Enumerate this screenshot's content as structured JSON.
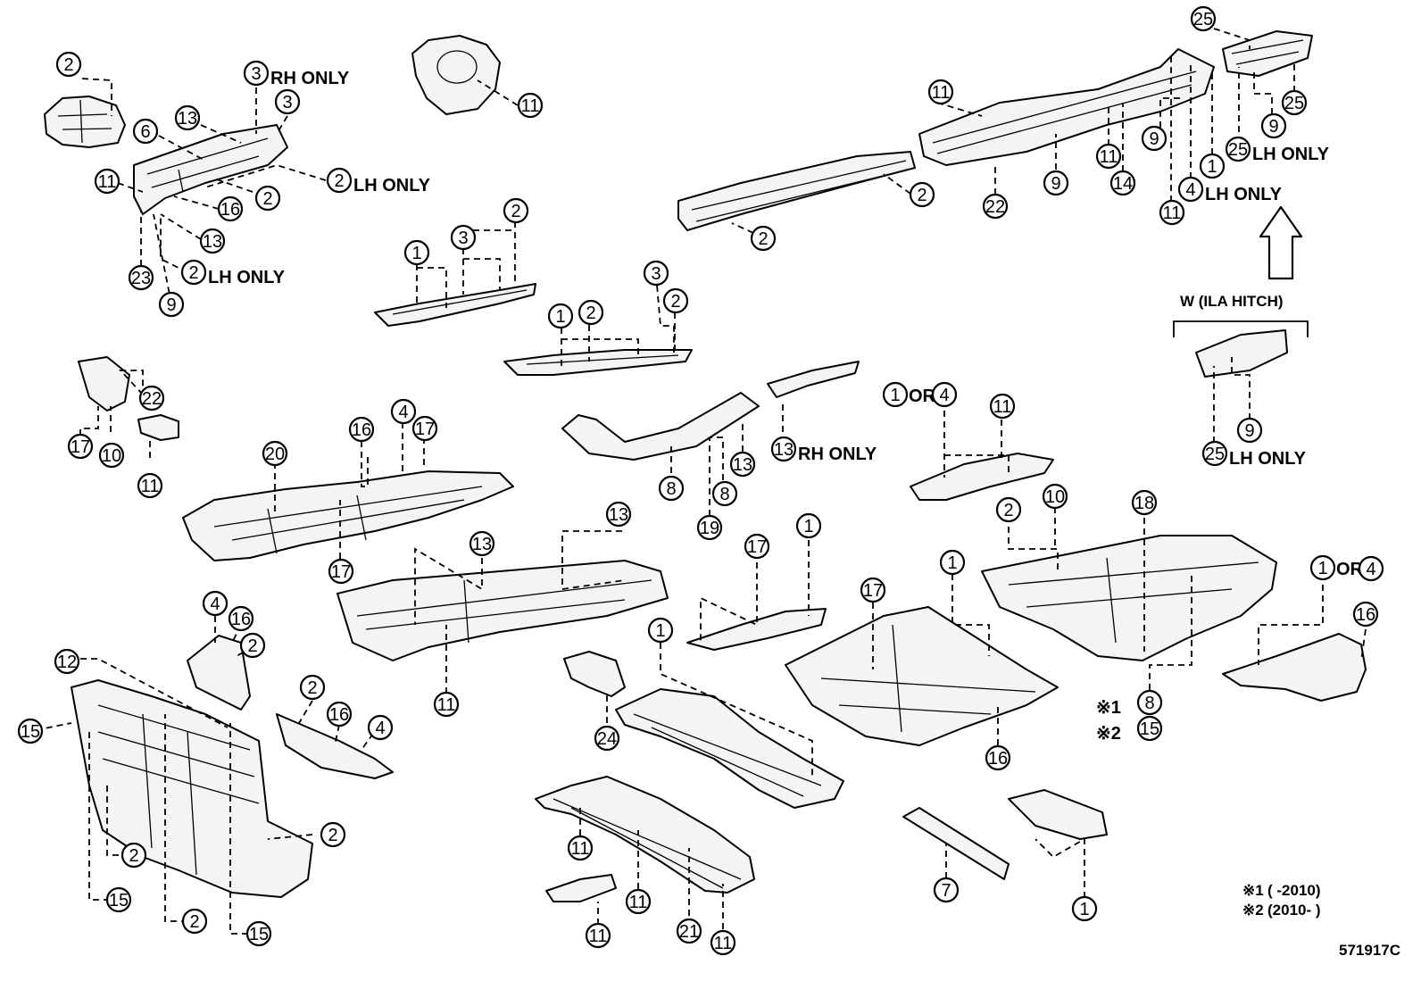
{
  "callouts": [
    {
      "n": "2",
      "note": ""
    },
    {
      "n": "3",
      "note": "RH ONLY"
    },
    {
      "n": "3",
      "note": ""
    },
    {
      "n": "13",
      "note": ""
    },
    {
      "n": "6",
      "note": ""
    },
    {
      "n": "2",
      "note": "LH ONLY"
    },
    {
      "n": "2",
      "note": ""
    },
    {
      "n": "11",
      "note": ""
    },
    {
      "n": "16",
      "note": ""
    },
    {
      "n": "13",
      "note": ""
    },
    {
      "n": "2",
      "note": "LH ONLY"
    },
    {
      "n": "23",
      "note": ""
    },
    {
      "n": "9",
      "note": ""
    },
    {
      "n": "11",
      "note": ""
    },
    {
      "n": "1",
      "note": ""
    },
    {
      "n": "3",
      "note": ""
    },
    {
      "n": "2",
      "note": ""
    },
    {
      "n": "3",
      "note": ""
    },
    {
      "n": "1",
      "note": ""
    },
    {
      "n": "2",
      "note": ""
    },
    {
      "n": "2",
      "note": ""
    },
    {
      "n": "22",
      "note": ""
    },
    {
      "n": "17",
      "note": ""
    },
    {
      "n": "10",
      "note": ""
    },
    {
      "n": "11",
      "note": ""
    },
    {
      "n": "20",
      "note": ""
    },
    {
      "n": "16",
      "note": ""
    },
    {
      "n": "4",
      "note": ""
    },
    {
      "n": "17",
      "note": ""
    },
    {
      "n": "17",
      "note": ""
    },
    {
      "n": "8",
      "note": ""
    },
    {
      "n": "13",
      "note": ""
    },
    {
      "n": "8",
      "note": ""
    },
    {
      "n": "19",
      "note": ""
    },
    {
      "n": "13",
      "note": "RH ONLY"
    },
    {
      "n": "11",
      "note": ""
    },
    {
      "n": "2",
      "note": ""
    },
    {
      "n": "2",
      "note": ""
    },
    {
      "n": "22",
      "note": ""
    },
    {
      "n": "9",
      "note": ""
    },
    {
      "n": "11",
      "note": ""
    },
    {
      "n": "14",
      "note": ""
    },
    {
      "n": "9",
      "note": ""
    },
    {
      "n": "11",
      "note": ""
    },
    {
      "n": "4",
      "note": "LH ONLY"
    },
    {
      "n": "1",
      "note": ""
    },
    {
      "n": "25",
      "note": ""
    },
    {
      "n": "25",
      "note": ""
    },
    {
      "n": "9",
      "note": ""
    },
    {
      "n": "25",
      "note": "LH ONLY"
    },
    {
      "n": "9",
      "note": ""
    },
    {
      "n": "25",
      "note": "LH ONLY"
    },
    {
      "n": "1",
      "note": "OR"
    },
    {
      "n": "4",
      "note": ""
    },
    {
      "n": "11",
      "note": ""
    },
    {
      "n": "2",
      "note": ""
    },
    {
      "n": "10",
      "note": ""
    },
    {
      "n": "18",
      "note": ""
    },
    {
      "n": "8",
      "note": "",
      "prefix": "※1"
    },
    {
      "n": "15",
      "note": "",
      "prefix": "※2"
    },
    {
      "n": "1",
      "note": "OR"
    },
    {
      "n": "4",
      "note": ""
    },
    {
      "n": "16",
      "note": ""
    },
    {
      "n": "13",
      "note": ""
    },
    {
      "n": "13",
      "note": ""
    },
    {
      "n": "11",
      "note": ""
    },
    {
      "n": "17",
      "note": ""
    },
    {
      "n": "1",
      "note": ""
    },
    {
      "n": "17",
      "note": ""
    },
    {
      "n": "1",
      "note": ""
    },
    {
      "n": "16",
      "note": ""
    },
    {
      "n": "1",
      "note": ""
    },
    {
      "n": "24",
      "note": ""
    },
    {
      "n": "4",
      "note": ""
    },
    {
      "n": "16",
      "note": ""
    },
    {
      "n": "2",
      "note": ""
    },
    {
      "n": "2",
      "note": ""
    },
    {
      "n": "16",
      "note": ""
    },
    {
      "n": "4",
      "note": ""
    },
    {
      "n": "12",
      "note": ""
    },
    {
      "n": "15",
      "note": ""
    },
    {
      "n": "2",
      "note": ""
    },
    {
      "n": "15",
      "note": ""
    },
    {
      "n": "2",
      "note": ""
    },
    {
      "n": "2",
      "note": ""
    },
    {
      "n": "15",
      "note": ""
    },
    {
      "n": "11",
      "note": ""
    },
    {
      "n": "11",
      "note": ""
    },
    {
      "n": "21",
      "note": ""
    },
    {
      "n": "11",
      "note": ""
    },
    {
      "n": "11",
      "note": ""
    },
    {
      "n": "7",
      "note": ""
    },
    {
      "n": "1",
      "note": ""
    }
  ],
  "hitch_label": "W (ILA HITCH)",
  "footnotes": [
    {
      "mark": "※1",
      "text": "(        -2010)"
    },
    {
      "mark": "※2",
      "text": "(2010-        )"
    }
  ],
  "diagram_code": "571917C"
}
